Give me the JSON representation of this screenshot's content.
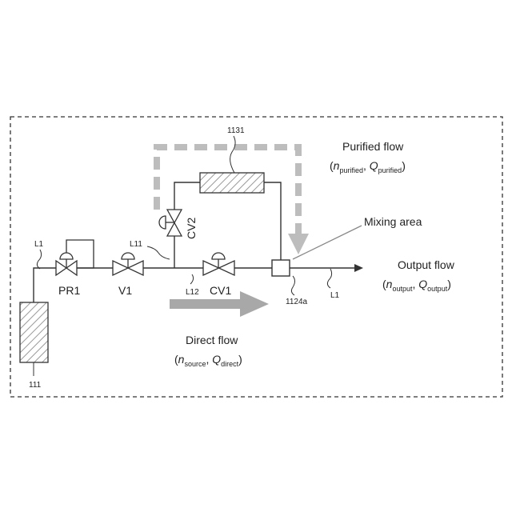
{
  "labels": {
    "cylinder": "111",
    "purifier": "1131",
    "mixer": "1124a",
    "line_l1_left": "L1",
    "line_l1_right": "L1",
    "line_l11": "L11",
    "line_l12": "L12",
    "pr1": "PR1",
    "v1": "V1",
    "cv1": "CV1",
    "cv2": "CV2"
  },
  "flows": {
    "purified": {
      "title": "Purified flow",
      "n_sub": "purified",
      "q_sub": "purified"
    },
    "mixing": {
      "title": "Mixing area"
    },
    "output": {
      "title": "Output flow",
      "n_sub": "output",
      "q_sub": "output"
    },
    "direct": {
      "title": "Direct flow",
      "n_sub": "source",
      "q_sub": "direct"
    },
    "symbols": {
      "n": "n",
      "q": "Q",
      "open": "(",
      "sep": ", ",
      "close": ")"
    }
  },
  "colors": {
    "line": "#333333",
    "arrow": "#a8a8a8",
    "border": "#333333"
  }
}
